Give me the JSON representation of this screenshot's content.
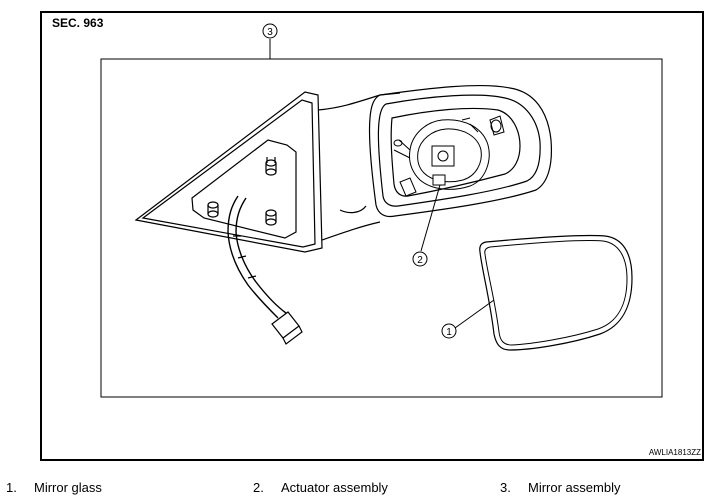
{
  "header": {
    "section_label": "SEC. 963"
  },
  "figure_code": "AWLIA1813ZZ",
  "callouts": [
    "1",
    "2",
    "3"
  ],
  "legend": [
    {
      "number": "1.",
      "label": "Mirror glass"
    },
    {
      "number": "2.",
      "label": "Actuator assembly"
    },
    {
      "number": "3.",
      "label": "Mirror assembly"
    }
  ]
}
